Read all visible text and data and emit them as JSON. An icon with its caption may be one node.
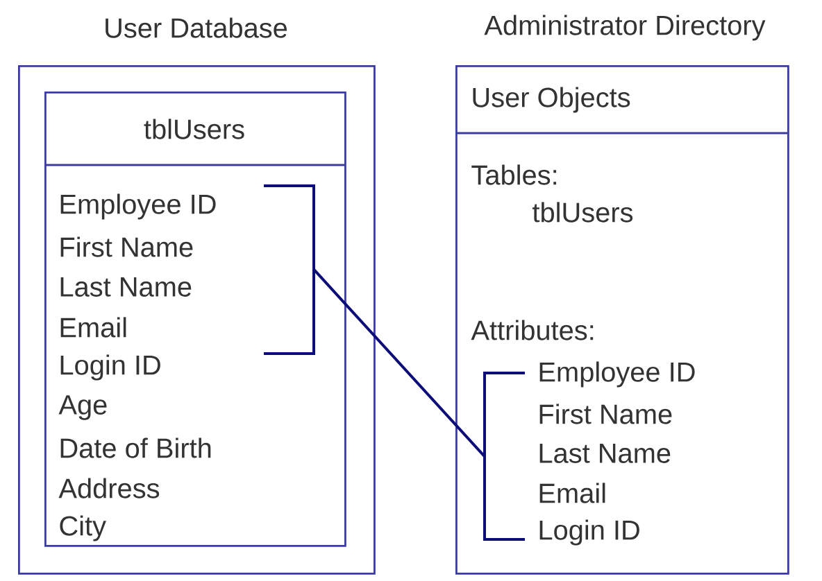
{
  "diagram": {
    "nodes": [
      {
        "text": [
          "User Database"
        ]
      },
      {
        "text": [
          "tblUsers",
          "Employee ID",
          "First Name",
          "Last Name",
          "Email",
          "Login ID",
          "Age",
          "Date of Birth",
          "Address",
          "City"
        ],
        "in": 0
      },
      {
        "text": [],
        "shape": "bracket",
        "in": 1
      },
      {
        "text": [
          "Administrator Directory",
          "User Objects",
          "Tables:",
          "tblUsers",
          "Attributes:",
          "Employee ID",
          "First Name",
          "Last Name",
          "Email",
          "Login ID"
        ]
      },
      {
        "text": [],
        "shape": "bracket",
        "in": 3
      }
    ],
    "edges": [
      {
        "from": 2,
        "to": 4,
        "arrow": "none"
      }
    ]
  }
}
